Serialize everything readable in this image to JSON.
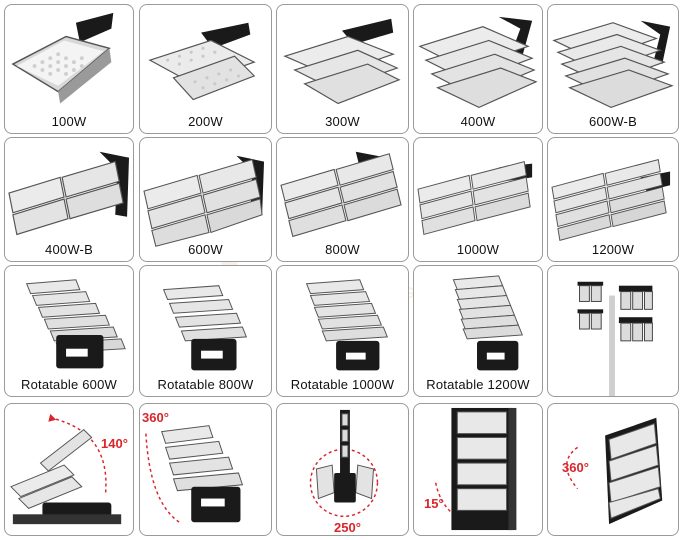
{
  "row1": [
    "100W",
    "200W",
    "300W",
    "400W",
    "600W-B"
  ],
  "row2": [
    "400W-B",
    "600W",
    "800W",
    "1000W",
    "1200W"
  ],
  "row3": [
    "Rotatable 600W",
    "Rotatable 800W",
    "Rotatable 1000W",
    "Rotatable 1200W",
    ""
  ],
  "angles": {
    "tilt": "140°",
    "rotate_a": "360°",
    "rotate_b": "250°",
    "tilt_b": "15°",
    "rotate_c": "360°"
  },
  "watermark": {
    "brand": "QINGJIAN",
    "sub": "LIGHTING"
  },
  "colors": {
    "frame": "#1a1a1a",
    "panel": "#e9e9e9",
    "led": "#fbfbfb",
    "accent": "#d9262b",
    "border": "#9a9a9a"
  }
}
